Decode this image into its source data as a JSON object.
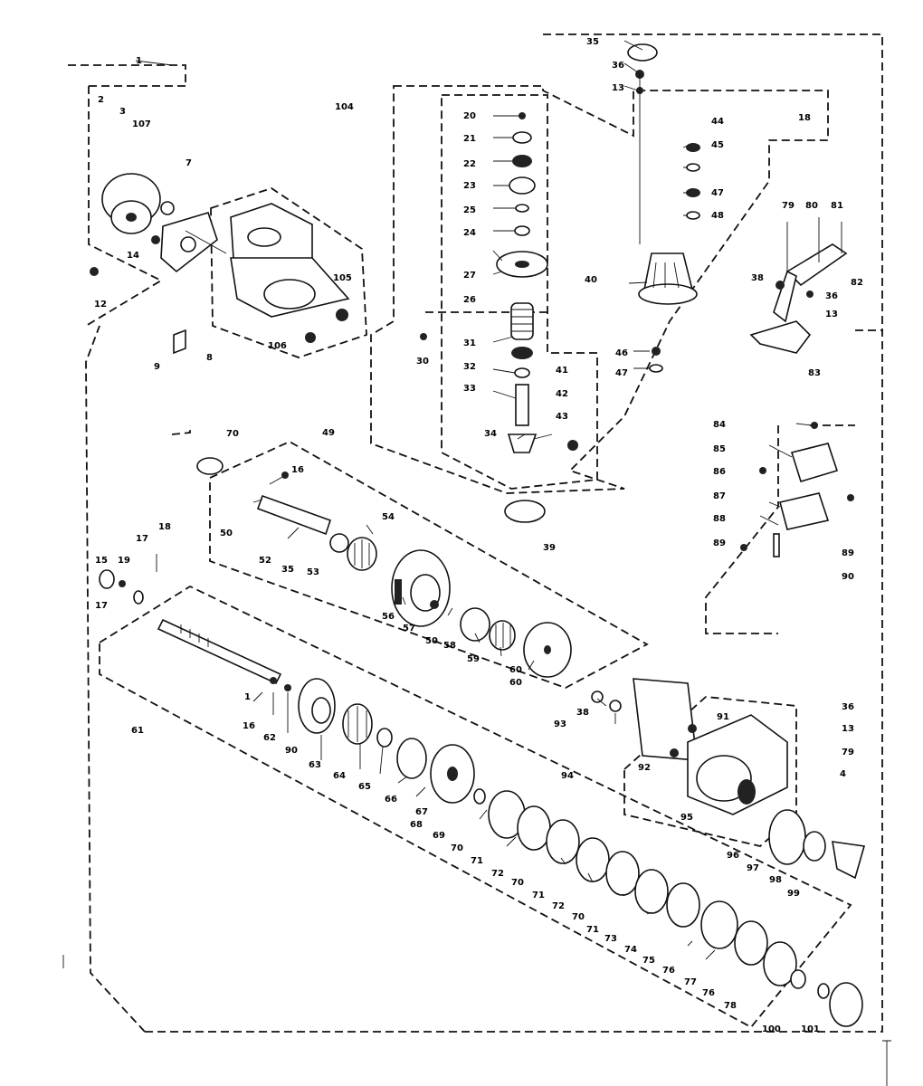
{
  "callouts": {
    "c1": "1",
    "c2": "2",
    "c3": "3",
    "c107": "107",
    "c7": "7",
    "c12": "12",
    "c14": "14",
    "c8": "8",
    "c105": "105",
    "c106": "106",
    "c9": "9",
    "c104": "104",
    "c20": "20",
    "c21": "21",
    "c22": "22",
    "c23": "23",
    "c25": "25",
    "c24": "24",
    "c27": "27",
    "c26": "26",
    "c30": "30",
    "c31": "31",
    "c32": "32",
    "c33": "33",
    "c34": "34",
    "c41": "41",
    "c42": "42",
    "c43": "43",
    "c39": "39",
    "c35": "35",
    "c36": "36",
    "c13": "13",
    "c44": "44",
    "c45": "45",
    "c47": "47",
    "c48": "48",
    "c40": "40",
    "c46": "46",
    "c47b": "47",
    "c18": "18",
    "c79": "79",
    "c80": "80",
    "c81": "81",
    "c38": "38",
    "c82": "82",
    "c36b": "36",
    "c13b": "13",
    "c83": "83",
    "c70": "70",
    "c49": "49",
    "c16": "16",
    "c50": "50",
    "c52": "52",
    "c35b": "35",
    "c53": "53",
    "c54": "54",
    "c56": "56",
    "c57": "57",
    "c50b": "50",
    "c58": "58",
    "c59": "59",
    "c60": "60",
    "c60b": "60",
    "c15": "15",
    "c19": "19",
    "c17": "17",
    "c17b": "17",
    "c18b": "18",
    "c84": "84",
    "c85": "85",
    "c86": "86",
    "c87": "87",
    "c88": "88",
    "c89": "89",
    "c89b": "89",
    "c90": "90",
    "c61": "61",
    "c1b": "1",
    "c16b": "16",
    "c62": "62",
    "c90b": "90",
    "c63": "63",
    "c64": "64",
    "c65": "65",
    "c66": "66",
    "c67": "67",
    "c68": "68",
    "c69": "69",
    "c70b": "70",
    "c71": "71",
    "c72": "72",
    "c70c": "70",
    "c71b": "71",
    "c72b": "72",
    "c70d": "70",
    "c71c": "71",
    "c73": "73",
    "c74": "74",
    "c75": "75",
    "c76": "76",
    "c77": "77",
    "c76b": "76",
    "c78": "78",
    "c100": "100",
    "c101": "101",
    "c93": "93",
    "c38b": "38",
    "c94": "94",
    "c91": "91",
    "c92": "92",
    "c95": "95",
    "c36c": "36",
    "c13c": "13",
    "c79b": "79",
    "c4": "4",
    "c96": "96",
    "c97": "97",
    "c98": "98",
    "c99": "99"
  }
}
